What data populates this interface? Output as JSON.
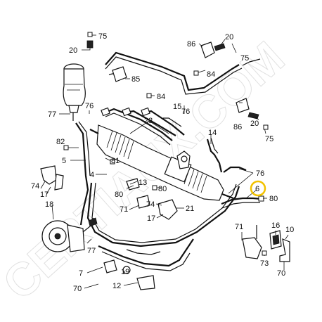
{
  "watermark": "CERTIAUX.COM",
  "accent_color": "#f2c200",
  "highlighted_callout": "6",
  "callouts": {
    "c75a": "75",
    "c20a": "20",
    "c86a": "86",
    "c20b": "20",
    "c75b": "75",
    "c85": "85",
    "c84a": "84",
    "c84b": "84",
    "c15": "15",
    "c76a": "76",
    "c77a": "77",
    "c76b": "76",
    "c23": "23",
    "c14": "14",
    "c86b": "86",
    "c20c": "20",
    "c75c": "75",
    "c82": "82",
    "c5": "5",
    "c81": "81",
    "c4": "4",
    "c74a": "74",
    "c17a": "17",
    "c18": "18",
    "c13": "13",
    "c80a": "80",
    "c80b": "80",
    "c76c": "76",
    "c6": "6",
    "c80c": "80",
    "c71a": "71",
    "c74b": "74",
    "c17b": "17",
    "c21": "21",
    "c71b": "71",
    "c16": "16",
    "c10": "10",
    "c73": "73",
    "c70a": "70",
    "c77b": "77",
    "c7": "7",
    "c19": "19",
    "c12": "12",
    "c70b": "70"
  }
}
